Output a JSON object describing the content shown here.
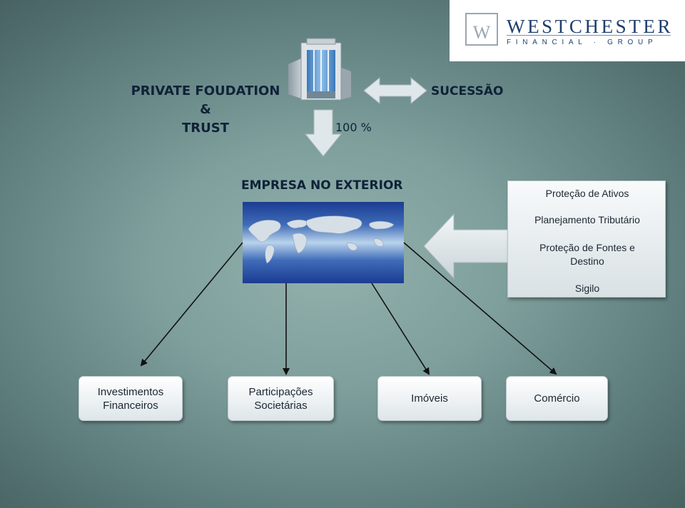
{
  "logo": {
    "mark_letter": "W",
    "name": "WESTCHESTER",
    "subtitle": "FINANCIAL · GROUP"
  },
  "top": {
    "left_label_lines": [
      "PRIVATE FOUDATION",
      "&",
      "TRUST"
    ],
    "right_label": "SUCESSÃO",
    "ownership_label": "100 %"
  },
  "center": {
    "company_label": "EMPRESA NO EXTERIOR"
  },
  "benefits": {
    "items": [
      "Proteção de Ativos",
      "Planejamento Tributário",
      "Proteção de Fontes e\nDestino",
      "Sigilo"
    ]
  },
  "outputs": [
    "Investimentos\nFinanceiros",
    "Participações\nSocietárias",
    "Imóveis",
    "Comércio"
  ],
  "colors": {
    "background": "#7e9f9c",
    "heading_text": "#0f2238",
    "logo_navy": "#1f3f6e",
    "arrow_fill": "#dfe7ea"
  },
  "icons": {
    "building": "office-building-icon",
    "world": "world-map-icon"
  }
}
